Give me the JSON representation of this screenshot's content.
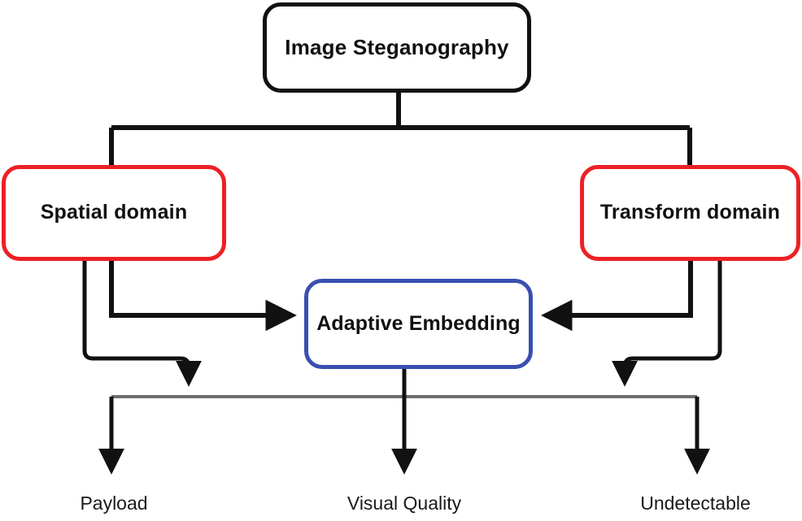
{
  "diagram": {
    "title": "Image Steganography",
    "type": "flowchart",
    "colors": {
      "root_border": "#111111",
      "domain_border": "#ED2025",
      "adaptive_border": "#3A4FAF",
      "connector": "#111111",
      "bus_line": "#6E6E6E",
      "background": "#FFFFFF",
      "text": "#111111"
    },
    "nodes": {
      "root": {
        "label": "Image Steganography"
      },
      "spatial": {
        "label": "Spatial domain"
      },
      "transform": {
        "label": "Transform domain"
      },
      "adaptive": {
        "label": "Adaptive Embedding"
      }
    },
    "outcomes": [
      {
        "label": "Payload"
      },
      {
        "label": "Visual Quality"
      },
      {
        "label": "Undetectable"
      }
    ]
  }
}
